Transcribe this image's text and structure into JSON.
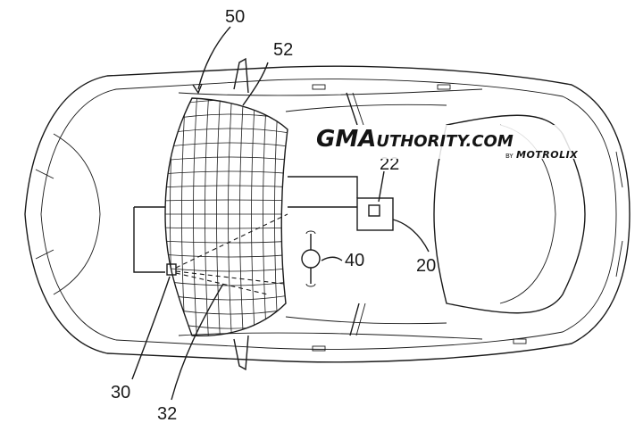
{
  "labels": {
    "windshield_system": "50",
    "windshield_grid": "52",
    "controller": "20",
    "controller_module": "22",
    "projector": "30",
    "projection_area": "32",
    "steering_wheel": "40"
  },
  "watermark": {
    "main": "GMA",
    "main_tail": "UTHORITY.COM",
    "by": "BY",
    "brand": "MOTROLIX"
  }
}
